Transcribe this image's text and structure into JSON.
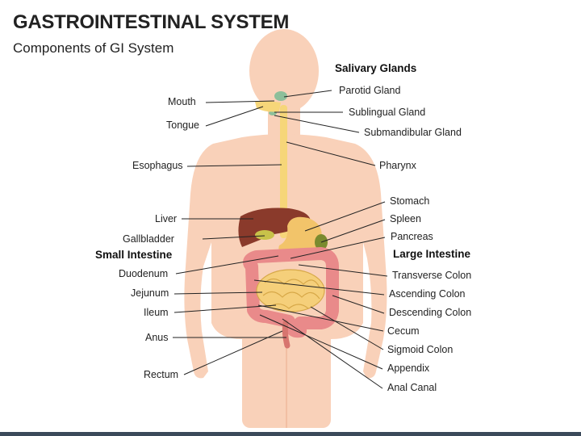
{
  "header": {
    "title": "GASTROINTESTINAL SYSTEM",
    "subtitle": "Components of GI System"
  },
  "groups": {
    "salivary": "Salivary Glands",
    "small_intestine": "Small Intestine",
    "large_intestine": "Large Intestine"
  },
  "left_labels": {
    "mouth": "Mouth",
    "tongue": "Tongue",
    "esophagus": "Esophagus",
    "liver": "Liver",
    "gallbladder": "Gallbladder",
    "duodenum": "Duodenum",
    "jejunum": "Jejunum",
    "ileum": "Ileum",
    "anus": "Anus",
    "rectum": "Rectum"
  },
  "right_labels": {
    "parotid": "Parotid Gland",
    "sublingual": "Sublingual Gland",
    "submandibular": "Submandibular Gland",
    "pharynx": "Pharynx",
    "stomach": "Stomach",
    "spleen": "Spleen",
    "pancreas": "Pancreas",
    "transverse": "Transverse Colon",
    "ascending": "Ascending Colon",
    "descending": "Descending Colon",
    "cecum": "Cecum",
    "sigmoid": "Sigmoid Colon",
    "appendix": "Appendix",
    "anal_canal": "Anal Canal"
  },
  "colors": {
    "skin": "#f9d1b9",
    "liver": "#8a3a2b",
    "stomach": "#f2c46a",
    "large_intestine": "#e98a8a",
    "small_intestine": "#f5cf7a",
    "gland": "#8dbf9a",
    "esophagus": "#f6d679"
  }
}
